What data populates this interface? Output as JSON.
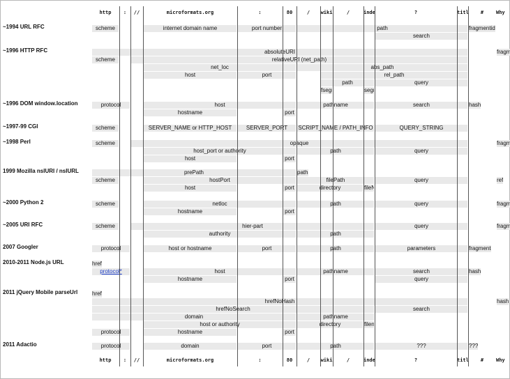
{
  "url_parts": {
    "top": [
      "http",
      ":",
      "//",
      "microformats.org",
      ":",
      "80",
      "/",
      "wiki",
      "/",
      "index.php",
      "?",
      "title=url-formats",
      "#",
      "Why"
    ],
    "bottom": [
      "http",
      ":",
      "//",
      "microformats.org",
      ":",
      "80",
      "/",
      "wiki",
      "/",
      "index.php",
      "?",
      "title=url-formats",
      "#",
      "Why"
    ]
  },
  "rows": [
    {
      "title": "~1994 URL RFC",
      "cells": [
        {
          "text": "scheme",
          "col": [
            0,
            1
          ],
          "line": 0
        },
        {
          "text": "internet domain name",
          "col": [
            3,
            4
          ],
          "line": 0
        },
        {
          "text": "port number",
          "col": [
            4,
            6
          ],
          "line": 0
        },
        {
          "text": "path",
          "col": [
            6,
            12
          ],
          "line": 0
        },
        {
          "text": "fragmentid",
          "col": [
            12,
            14
          ],
          "line": 0
        },
        {
          "text": "search",
          "col": [
            10,
            12
          ],
          "line": 1
        }
      ]
    },
    {
      "title": "~1996 HTTP RFC",
      "cells": [
        {
          "text": "absoluteURI",
          "col": [
            0,
            12
          ],
          "line": 0
        },
        {
          "text": "fragment",
          "col": [
            13,
            14
          ],
          "line": 0
        },
        {
          "text": "scheme",
          "col": [
            0,
            1
          ],
          "line": 1
        },
        {
          "text": "relativeURI (net_path)",
          "col": [
            2,
            12
          ],
          "line": 1
        },
        {
          "text": "net_loc",
          "col": [
            3,
            6
          ],
          "line": 2
        },
        {
          "text": "abs_path",
          "col": [
            6,
            12
          ],
          "line": 2
        },
        {
          "text": "host",
          "col": [
            3,
            4
          ],
          "line": 3
        },
        {
          "text": "port",
          "col": [
            4,
            6
          ],
          "line": 3
        },
        {
          "text": "rel_path",
          "col": [
            7,
            12
          ],
          "line": 3
        },
        {
          "text": "path",
          "col": [
            7,
            10
          ],
          "line": 4
        },
        {
          "text": "query",
          "col": [
            10,
            12
          ],
          "line": 4
        },
        {
          "text": "fsegment",
          "col": [
            7,
            8
          ],
          "line": 5
        },
        {
          "text": "segment",
          "col": [
            9,
            10
          ],
          "line": 5
        }
      ]
    },
    {
      "title": "~1996 DOM window.location",
      "cells": [
        {
          "text": "protocol",
          "col": [
            0,
            2
          ],
          "line": 0
        },
        {
          "text": "host",
          "col": [
            3,
            6
          ],
          "line": 0
        },
        {
          "text": "pathname",
          "col": [
            6,
            10
          ],
          "line": 0
        },
        {
          "text": "search",
          "col": [
            10,
            12
          ],
          "line": 0
        },
        {
          "text": "hash",
          "col": [
            12,
            14
          ],
          "line": 0
        },
        {
          "text": "hostname",
          "col": [
            3,
            4
          ],
          "line": 1
        },
        {
          "text": "port",
          "col": [
            5,
            6
          ],
          "line": 1
        }
      ]
    },
    {
      "title": "~1997-99 CGI",
      "cells": [
        {
          "text": "scheme",
          "col": [
            0,
            1
          ],
          "line": 0
        },
        {
          "text": "SERVER_NAME or HTTP_HOST",
          "col": [
            3,
            4
          ],
          "line": 0
        },
        {
          "text": "SERVER_PORT",
          "col": [
            4,
            6
          ],
          "line": 0
        },
        {
          "text": "SCRIPT_NAME / PATH_INFO",
          "col": [
            6,
            10
          ],
          "line": 0
        },
        {
          "text": "QUERY_STRING",
          "col": [
            10,
            12
          ],
          "line": 0
        }
      ]
    },
    {
      "title": "~1998 Perl",
      "cells": [
        {
          "text": "scheme",
          "col": [
            0,
            1
          ],
          "line": 0
        },
        {
          "text": "opaque",
          "col": [
            2,
            12
          ],
          "line": 0
        },
        {
          "text": "fragment",
          "col": [
            13,
            14
          ],
          "line": 0
        },
        {
          "text": "host_port or authority",
          "col": [
            3,
            6
          ],
          "line": 1
        },
        {
          "text": "path",
          "col": [
            6,
            10
          ],
          "line": 1
        },
        {
          "text": "query",
          "col": [
            10,
            12
          ],
          "line": 1
        },
        {
          "text": "host",
          "col": [
            3,
            4
          ],
          "line": 2
        },
        {
          "text": "port",
          "col": [
            5,
            6
          ],
          "line": 2
        }
      ]
    },
    {
      "title": "1999 Mozilla nsIURI / nsIURL",
      "cells": [
        {
          "text": "prePath",
          "col": [
            0,
            6
          ],
          "line": 0
        },
        {
          "text": "path",
          "col": [
            6,
            14
          ],
          "line": 0
        },
        {
          "text": "scheme",
          "col": [
            0,
            1
          ],
          "line": 1
        },
        {
          "text": "hostPort",
          "col": [
            3,
            6
          ],
          "line": 1
        },
        {
          "text": "filePath",
          "col": [
            6,
            10
          ],
          "line": 1
        },
        {
          "text": "query",
          "col": [
            10,
            12
          ],
          "line": 1
        },
        {
          "text": "ref",
          "col": [
            13,
            14
          ],
          "line": 1
        },
        {
          "text": "host",
          "col": [
            3,
            4
          ],
          "line": 2
        },
        {
          "text": "port",
          "col": [
            5,
            6
          ],
          "line": 2
        },
        {
          "text": "directory",
          "col": [
            6,
            9
          ],
          "line": 2
        },
        {
          "text": "fileName",
          "col": [
            9,
            10
          ],
          "line": 2
        }
      ]
    },
    {
      "title": "~2000 Python 2",
      "cells": [
        {
          "text": "scheme",
          "col": [
            0,
            1
          ],
          "line": 0
        },
        {
          "text": "netloc",
          "col": [
            3,
            6
          ],
          "line": 0
        },
        {
          "text": "path",
          "col": [
            6,
            10
          ],
          "line": 0
        },
        {
          "text": "query",
          "col": [
            10,
            12
          ],
          "line": 0
        },
        {
          "text": "fragment",
          "col": [
            13,
            14
          ],
          "line": 0
        },
        {
          "text": "hostname",
          "col": [
            3,
            4
          ],
          "line": 1
        },
        {
          "text": "port",
          "col": [
            5,
            6
          ],
          "line": 1
        }
      ]
    },
    {
      "title": "~2005 URI RFC",
      "cells": [
        {
          "text": "scheme",
          "col": [
            0,
            1
          ],
          "line": 0
        },
        {
          "text": "hier-part",
          "col": [
            2,
            10
          ],
          "line": 0
        },
        {
          "text": "query",
          "col": [
            10,
            12
          ],
          "line": 0
        },
        {
          "text": "fragment",
          "col": [
            13,
            14
          ],
          "line": 0
        },
        {
          "text": "authority",
          "col": [
            3,
            6
          ],
          "line": 1
        },
        {
          "text": "path",
          "col": [
            6,
            10
          ],
          "line": 1
        }
      ]
    },
    {
      "title": "2007 Googler",
      "cells": [
        {
          "text": "protocol",
          "col": [
            0,
            2
          ],
          "line": 0
        },
        {
          "text": "host or hostname",
          "col": [
            3,
            4
          ],
          "line": 0
        },
        {
          "text": "port",
          "col": [
            4,
            6
          ],
          "line": 0
        },
        {
          "text": "path",
          "col": [
            6,
            10
          ],
          "line": 0
        },
        {
          "text": "parameters",
          "col": [
            10,
            12
          ],
          "line": 0
        },
        {
          "text": "fragment",
          "col": [
            12,
            14
          ],
          "line": 0
        }
      ]
    },
    {
      "title": "2010-2011 Node.js URL",
      "cells": [
        {
          "text": "href",
          "col": [
            0,
            14
          ],
          "line": 0
        },
        {
          "text": "protocol*",
          "col": [
            0,
            2
          ],
          "line": 1,
          "link": true
        },
        {
          "text": "host",
          "col": [
            3,
            6
          ],
          "line": 1
        },
        {
          "text": "pathname",
          "col": [
            6,
            10
          ],
          "line": 1
        },
        {
          "text": "search",
          "col": [
            10,
            12
          ],
          "line": 1
        },
        {
          "text": "hash",
          "col": [
            12,
            14
          ],
          "line": 1
        },
        {
          "text": "hostname",
          "col": [
            3,
            4
          ],
          "line": 2
        },
        {
          "text": "port",
          "col": [
            5,
            6
          ],
          "line": 2
        },
        {
          "text": "query",
          "col": [
            10,
            12
          ],
          "line": 2
        }
      ]
    },
    {
      "title": "2011 jQuery Mobile parseUrl",
      "cells": [
        {
          "text": "href",
          "col": [
            0,
            14
          ],
          "line": 0
        },
        {
          "text": "hrefNoHash",
          "col": [
            0,
            12
          ],
          "line": 1
        },
        {
          "text": "hash",
          "col": [
            13,
            14
          ],
          "line": 1
        },
        {
          "text": "hrefNoSearch",
          "col": [
            0,
            10
          ],
          "line": 2
        },
        {
          "text": "search",
          "col": [
            10,
            12
          ],
          "line": 2
        },
        {
          "text": "domain",
          "col": [
            0,
            6
          ],
          "line": 3
        },
        {
          "text": "pathname",
          "col": [
            6,
            10
          ],
          "line": 3
        },
        {
          "text": "host or authority",
          "col": [
            3,
            6
          ],
          "line": 4
        },
        {
          "text": "directory",
          "col": [
            6,
            9
          ],
          "line": 4
        },
        {
          "text": "filename",
          "col": [
            9,
            10
          ],
          "line": 4
        },
        {
          "text": "protocol",
          "col": [
            0,
            2
          ],
          "line": 5
        },
        {
          "text": "hostname",
          "col": [
            3,
            4
          ],
          "line": 5
        },
        {
          "text": "port",
          "col": [
            5,
            6
          ],
          "line": 5
        }
      ]
    },
    {
      "title": "2011 Adactio",
      "cells": [
        {
          "text": "protocol",
          "col": [
            0,
            2
          ],
          "line": 0
        },
        {
          "text": "domain",
          "col": [
            3,
            4
          ],
          "line": 0
        },
        {
          "text": "port",
          "col": [
            4,
            6
          ],
          "line": 0
        },
        {
          "text": "path",
          "col": [
            6,
            10
          ],
          "line": 0
        },
        {
          "text": "???",
          "col": [
            10,
            12
          ],
          "line": 0
        },
        {
          "text": "???",
          "col": [
            12,
            14
          ],
          "line": 0
        }
      ]
    }
  ]
}
